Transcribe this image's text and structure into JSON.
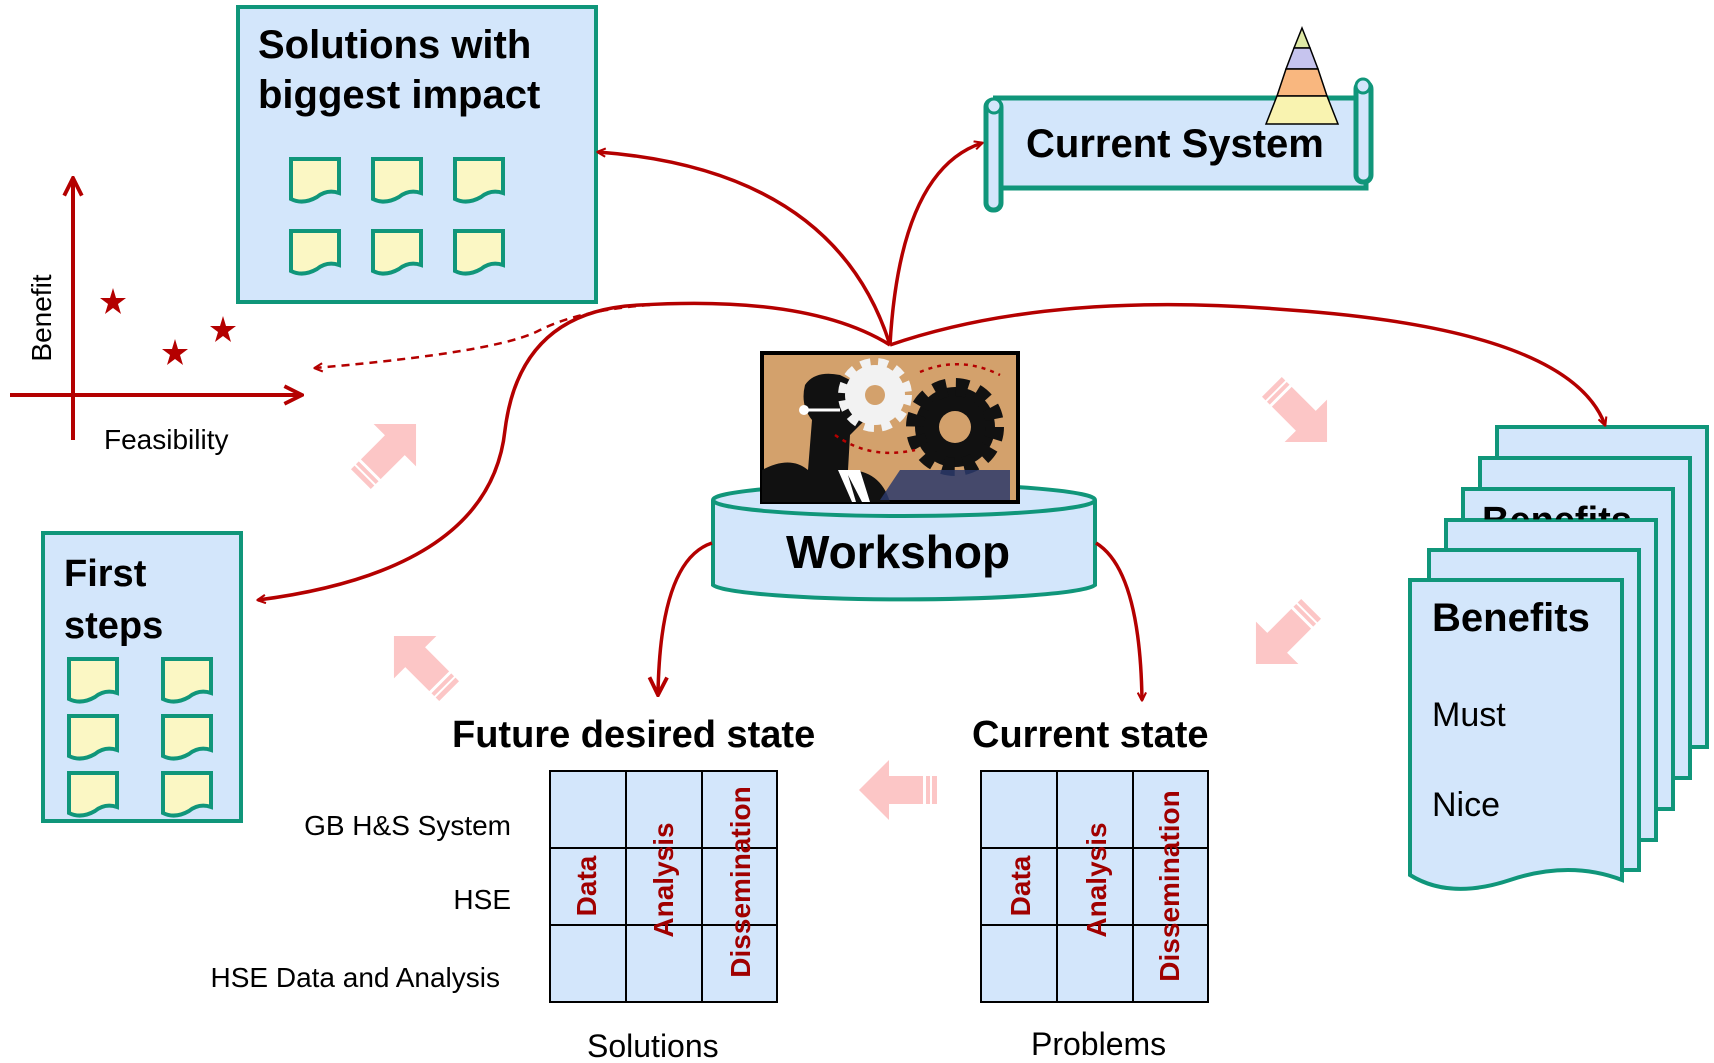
{
  "solutions_box": {
    "title_line1": "Solutions with",
    "title_line2": "biggest impact"
  },
  "current_system": {
    "title": "Current System"
  },
  "workshop": {
    "label": "Workshop"
  },
  "first_steps": {
    "title_line1": "First",
    "title_line2": "steps"
  },
  "benefits_box": {
    "title": "Benefits",
    "items": [
      "Must",
      "Nice"
    ],
    "back_title": "Benefits"
  },
  "benefit_plot": {
    "y_label": "Benefit",
    "x_label": "Feasibility"
  },
  "future_state": {
    "title": "Future desired state",
    "rows": [
      "GB H&S System",
      "HSE",
      "HSE Data and Analysis"
    ],
    "columns": [
      "Data",
      "Analysis",
      "Dissemination"
    ],
    "footer": "Solutions"
  },
  "current_state": {
    "title": "Current state",
    "columns": [
      "Data",
      "Analysis",
      "Dissemination"
    ],
    "footer": "Problems"
  },
  "colors": {
    "box_fill": "#d3e6fb",
    "box_border": "#10967a",
    "note_fill": "#fbf7c4",
    "arrow_red": "#b40000",
    "flow_pink": "#fcc6c6"
  }
}
